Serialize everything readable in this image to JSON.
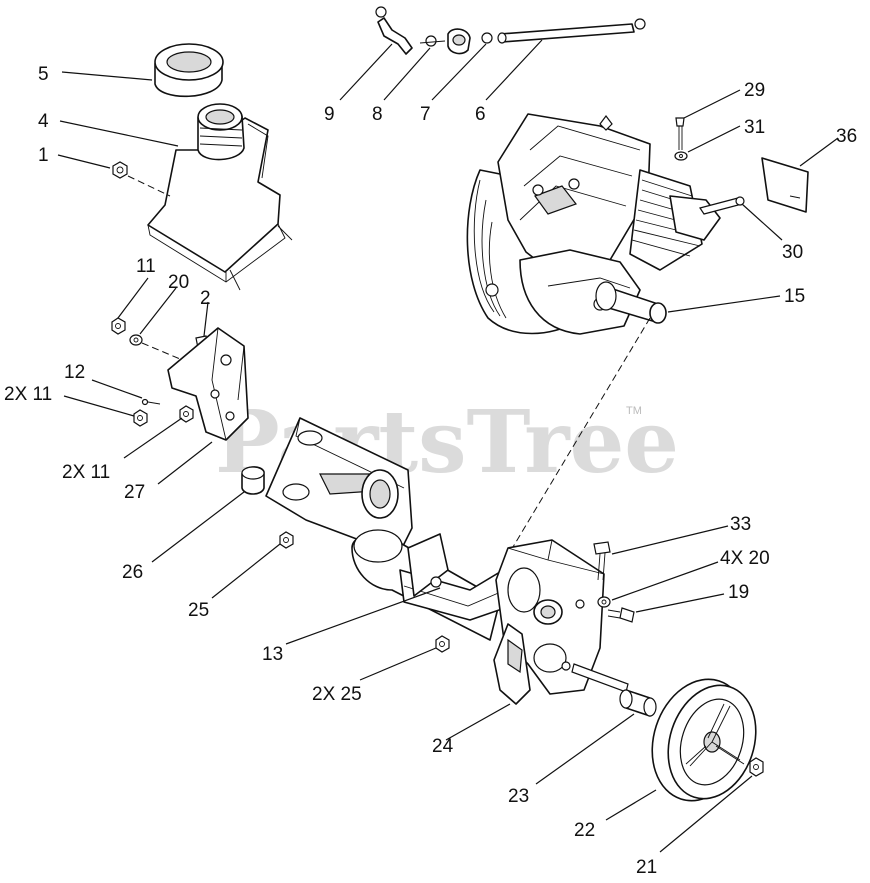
{
  "watermark": {
    "text": "PartsTree",
    "trademark": "TM"
  },
  "callouts": [
    {
      "id": "c5",
      "label": "5"
    },
    {
      "id": "c4",
      "label": "4"
    },
    {
      "id": "c1",
      "label": "1"
    },
    {
      "id": "c9",
      "label": "9"
    },
    {
      "id": "c8",
      "label": "8"
    },
    {
      "id": "c7",
      "label": "7"
    },
    {
      "id": "c6",
      "label": "6"
    },
    {
      "id": "c29",
      "label": "29"
    },
    {
      "id": "c31",
      "label": "31"
    },
    {
      "id": "c36",
      "label": "36"
    },
    {
      "id": "c30",
      "label": "30"
    },
    {
      "id": "c15",
      "label": "15"
    },
    {
      "id": "c11",
      "label": "11"
    },
    {
      "id": "c20",
      "label": "20"
    },
    {
      "id": "c2",
      "label": "2"
    },
    {
      "id": "c12",
      "label": "12"
    },
    {
      "id": "c2x11a",
      "label": "2X 11"
    },
    {
      "id": "c2x11b",
      "label": "2X 11"
    },
    {
      "id": "c27",
      "label": "27"
    },
    {
      "id": "c26",
      "label": "26"
    },
    {
      "id": "c25",
      "label": "25"
    },
    {
      "id": "c13",
      "label": "13"
    },
    {
      "id": "c2x25",
      "label": "2X 25"
    },
    {
      "id": "c24",
      "label": "24"
    },
    {
      "id": "c33",
      "label": "33"
    },
    {
      "id": "c4x20",
      "label": "4X 20"
    },
    {
      "id": "c19",
      "label": "19"
    },
    {
      "id": "c23",
      "label": "23"
    },
    {
      "id": "c22",
      "label": "22"
    },
    {
      "id": "c21",
      "label": "21"
    }
  ]
}
